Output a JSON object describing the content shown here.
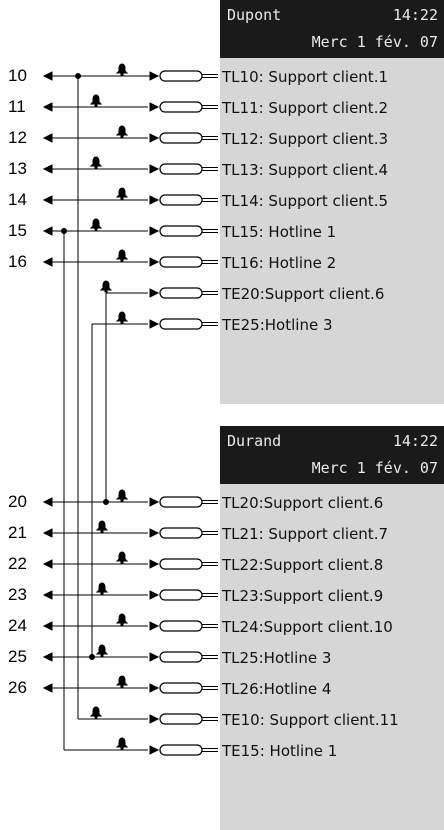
{
  "panels": {
    "dupont": {
      "name": "Dupont",
      "time": "14:22",
      "date": "Merc 1 fév. 07"
    },
    "durand": {
      "name": "Durand",
      "time": "14:22",
      "date": "Merc 1 fév. 07"
    }
  },
  "rows_top": [
    {
      "ext": "10",
      "label": "TL10: Support client.1"
    },
    {
      "ext": "11",
      "label": "TL11:  Support client.2"
    },
    {
      "ext": "12",
      "label": "TL12: Support client.3"
    },
    {
      "ext": "13",
      "label": "TL13: Support client.4"
    },
    {
      "ext": "14",
      "label": "TL14: Support client.5"
    },
    {
      "ext": "15",
      "label": "TL15: Hotline 1"
    },
    {
      "ext": "16",
      "label": "TL16: Hotline 2"
    },
    {
      "ext": "",
      "label": "TE20:Support client.6"
    },
    {
      "ext": "",
      "label": "TE25:Hotline 3"
    }
  ],
  "rows_bottom": [
    {
      "ext": "20",
      "label": "TL20:Support client.6"
    },
    {
      "ext": "21",
      "label": "TL21: Support client.7"
    },
    {
      "ext": "22",
      "label": "TL22:Support client.8"
    },
    {
      "ext": "23",
      "label": "TL23:Support client.9"
    },
    {
      "ext": "24",
      "label": "TL24:Support client.10"
    },
    {
      "ext": "25",
      "label": "TL25:Hotline 3"
    },
    {
      "ext": "26",
      "label": "TL26:Hotline 4"
    },
    {
      "ext": "",
      "label": "TE10: Support client.11"
    },
    {
      "ext": "",
      "label": "TE15: Hotline 1"
    }
  ]
}
